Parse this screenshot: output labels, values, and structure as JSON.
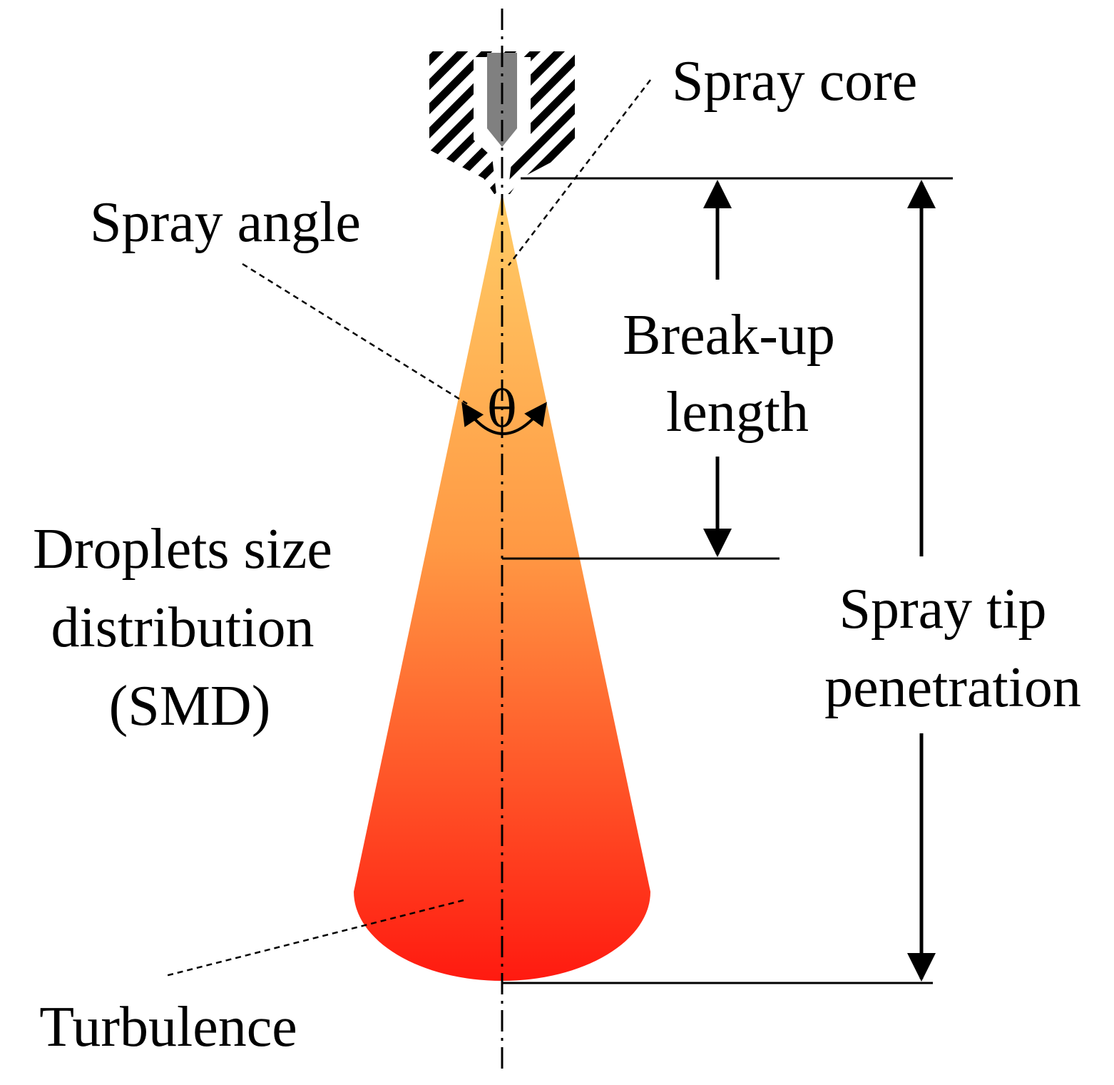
{
  "labels": {
    "spray_core": "Spray core",
    "spray_angle": "Spray angle",
    "theta_symbol": "θ",
    "breakup_line1": "Break-up",
    "breakup_line2": "length",
    "droplets_line1": "Droplets size",
    "droplets_line2": "distribution",
    "droplets_line3": "(SMD)",
    "spray_tip_line1": "Spray tip",
    "spray_tip_line2": "penetration",
    "turbulence": "Turbulence"
  },
  "colors": {
    "spray_top": "#FFCC66",
    "spray_mid": "#FF9944",
    "spray_bottom": "#FF1A10",
    "needle": "#808080",
    "lines": "#000000"
  }
}
